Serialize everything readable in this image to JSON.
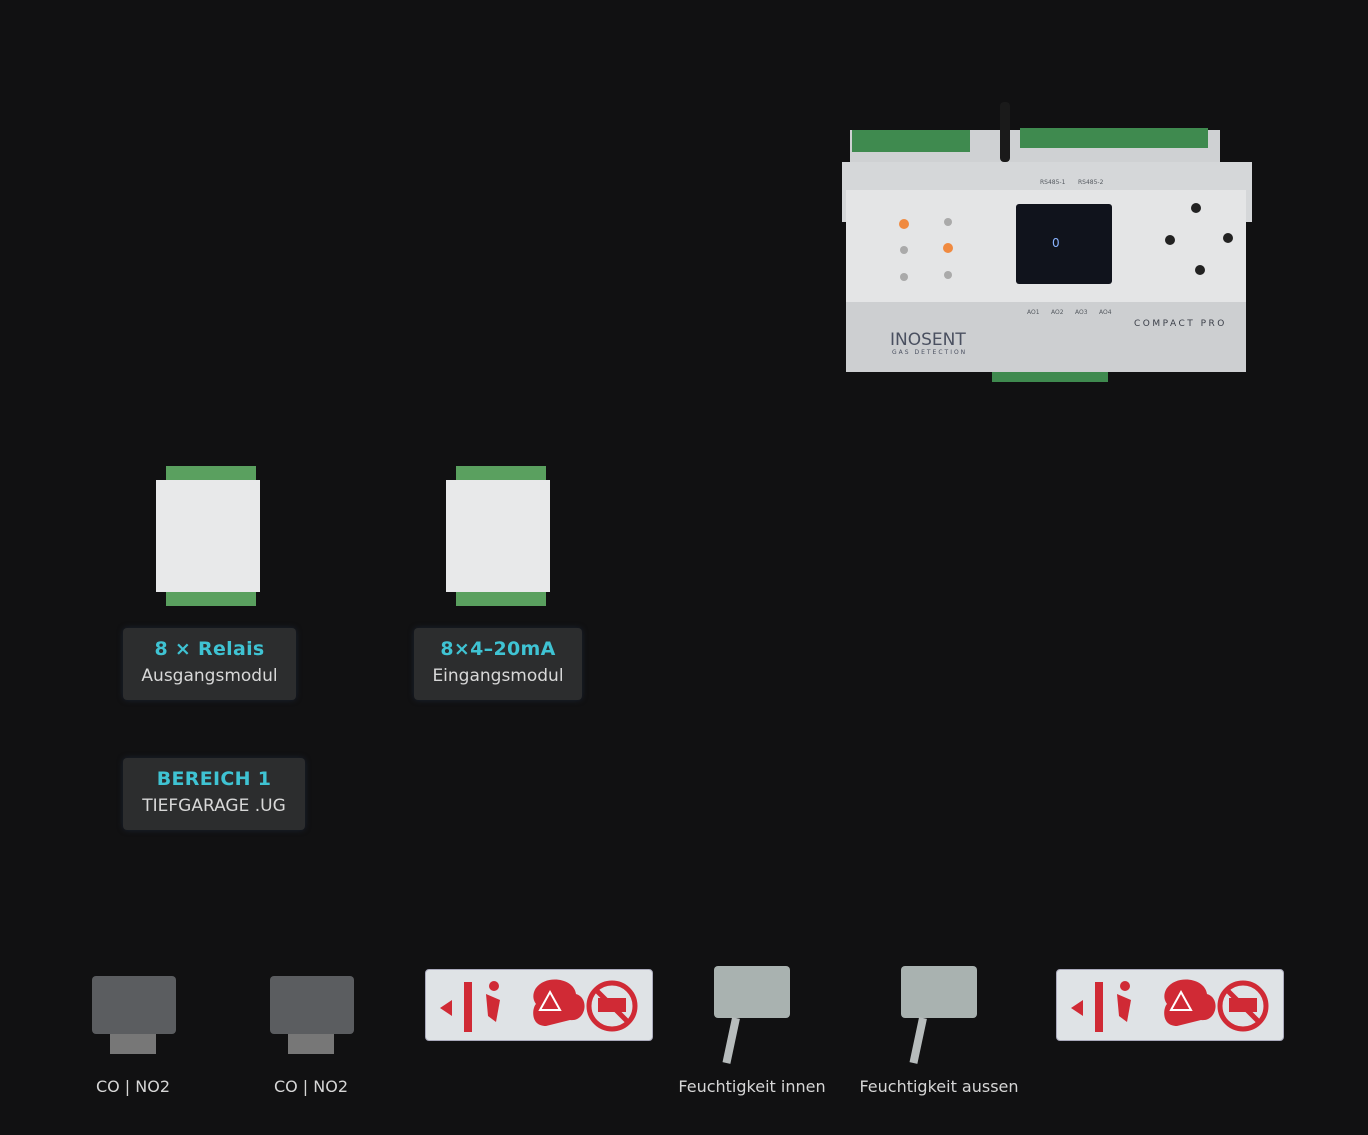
{
  "controller": {
    "brand": "INOSENT",
    "tagline": "GAS DETECTION",
    "model": "COMPACT PRO",
    "ports": [
      "RS485-1",
      "RS485-2",
      "AO1",
      "AO2",
      "AO3",
      "AO4"
    ],
    "display_value": "0"
  },
  "modules": [
    {
      "title": "8 × Relais",
      "subtitle": "Ausgangsmodul"
    },
    {
      "title": "8×4–20mA",
      "subtitle": "Eingangsmodul"
    }
  ],
  "area": {
    "title": "BEREICH 1",
    "subtitle": "TIEFGARAGE .UG"
  },
  "devices": [
    {
      "label": "CO | NO2",
      "icon": "gas-sensor-icon"
    },
    {
      "label": "CO | NO2",
      "icon": "gas-sensor-icon"
    },
    {
      "label": "",
      "icon": "warning-sign-icon"
    },
    {
      "label": "Feuchtigkeit innen",
      "icon": "humidity-sensor-icon"
    },
    {
      "label": "Feuchtigkeit aussen",
      "icon": "humidity-sensor-icon"
    },
    {
      "label": "",
      "icon": "warning-sign-icon"
    }
  ],
  "colors": {
    "accent": "#3fc3d3",
    "background": "#111112",
    "card": "#2c2d2e",
    "sign_red": "#d02a35"
  }
}
